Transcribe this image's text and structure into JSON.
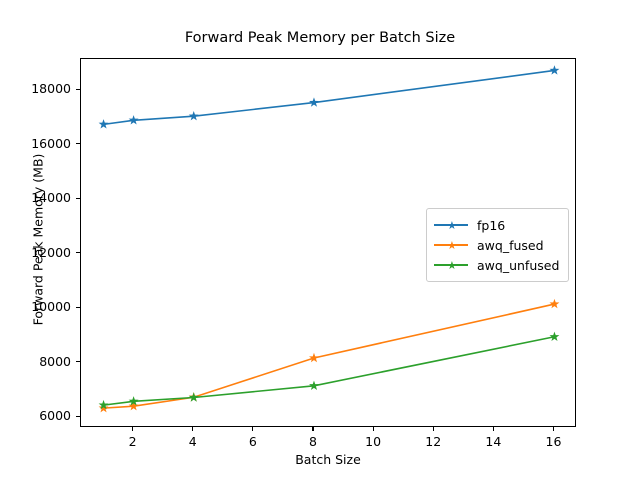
{
  "chart_data": {
    "type": "line",
    "title": "Forward Peak Memory per Batch Size",
    "xlabel": "Batch Size",
    "ylabel": "Forward Peak Memory (MB)",
    "x": [
      1,
      2,
      4,
      8,
      16
    ],
    "xlim": [
      0.25,
      16.75
    ],
    "ylim": [
      5600,
      19150
    ],
    "xticks": [
      2,
      4,
      6,
      8,
      10,
      12,
      14,
      16
    ],
    "xticklabels": [
      "2",
      "4",
      "6",
      "8",
      "10",
      "12",
      "14",
      "16"
    ],
    "yticks": [
      6000,
      8000,
      10000,
      12000,
      14000,
      16000,
      18000
    ],
    "yticklabels": [
      "6000",
      "8000",
      "10000",
      "12000",
      "14000",
      "16000",
      "18000"
    ],
    "grid": false,
    "legend_position": "center right",
    "marker": "star",
    "series": [
      {
        "name": "fp16",
        "color": "#1f77b4",
        "values": [
          16750,
          16900,
          17050,
          17550,
          18730
        ]
      },
      {
        "name": "awq_fused",
        "color": "#ff7f0e",
        "values": [
          6330,
          6400,
          6730,
          8170,
          10150
        ]
      },
      {
        "name": "awq_unfused",
        "color": "#2ca02c",
        "values": [
          6440,
          6580,
          6720,
          7150,
          8950
        ]
      }
    ]
  },
  "legend": {
    "items": [
      {
        "label": "fp16"
      },
      {
        "label": "awq_fused"
      },
      {
        "label": "awq_unfused"
      }
    ]
  }
}
